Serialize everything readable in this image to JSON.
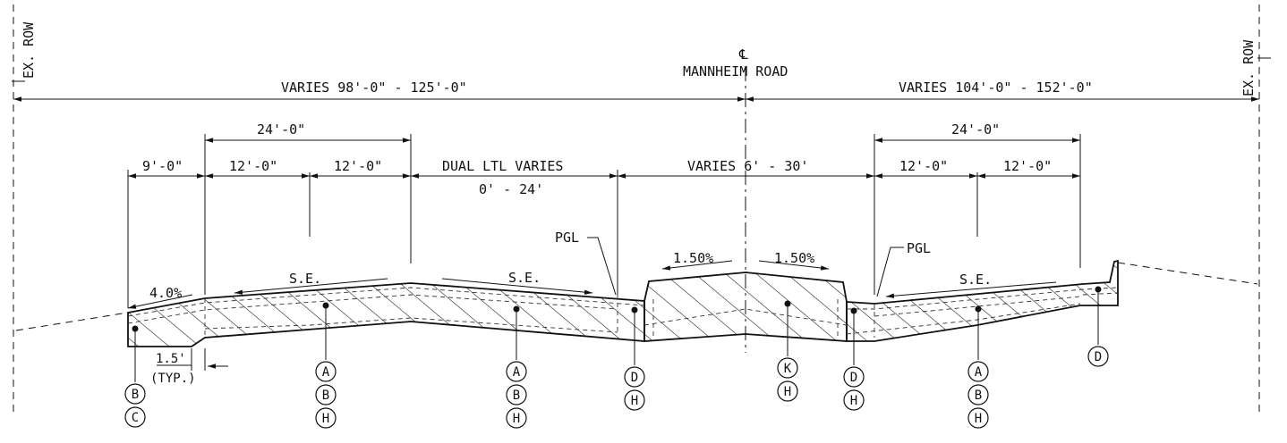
{
  "title": {
    "centerline_symbol": "℄",
    "road_name": "MANNHEIM ROAD"
  },
  "row_labels": {
    "left": "EX. ROW",
    "right": "EX. ROW"
  },
  "dimensions": {
    "left_varies": "VARIES 98'-0\" - 125'-0\"",
    "right_varies": "VARIES 104'-0\" - 152'-0\"",
    "left_lanes_total": "24'-0\"",
    "right_lanes_total": "24'-0\"",
    "shoulder": "9'-0\"",
    "left_lane_1": "12'-0\"",
    "left_lane_2": "12'-0\"",
    "dual_ltl_line1": "DUAL LTL VARIES",
    "dual_ltl_line2": "0' - 24'",
    "median_varies": "VARIES 6' - 30'",
    "right_lane_1": "12'-0\"",
    "right_lane_2": "12'-0\""
  },
  "annotations": {
    "pgl_left": "PGL",
    "pgl_right": "PGL",
    "slope_shoulder": "4.0%",
    "se_left": "S.E.",
    "se_dual": "S.E.",
    "se_right": "S.E.",
    "median_slope_left": "1.50%",
    "median_slope_right": "1.50%",
    "offset_value": "1.5'",
    "offset_note": "(TYP.)"
  },
  "callouts": {
    "shoulder": [
      "B",
      "C"
    ],
    "left_lanes": [
      "A",
      "B",
      "H"
    ],
    "dual_ltl": [
      "A",
      "B",
      "H"
    ],
    "left_curb": [
      "D",
      "H"
    ],
    "median": [
      "K",
      "H"
    ],
    "right_curb": [
      "D",
      "H"
    ],
    "right_lanes": [
      "A",
      "B",
      "H"
    ],
    "right_edge": [
      "D"
    ]
  }
}
